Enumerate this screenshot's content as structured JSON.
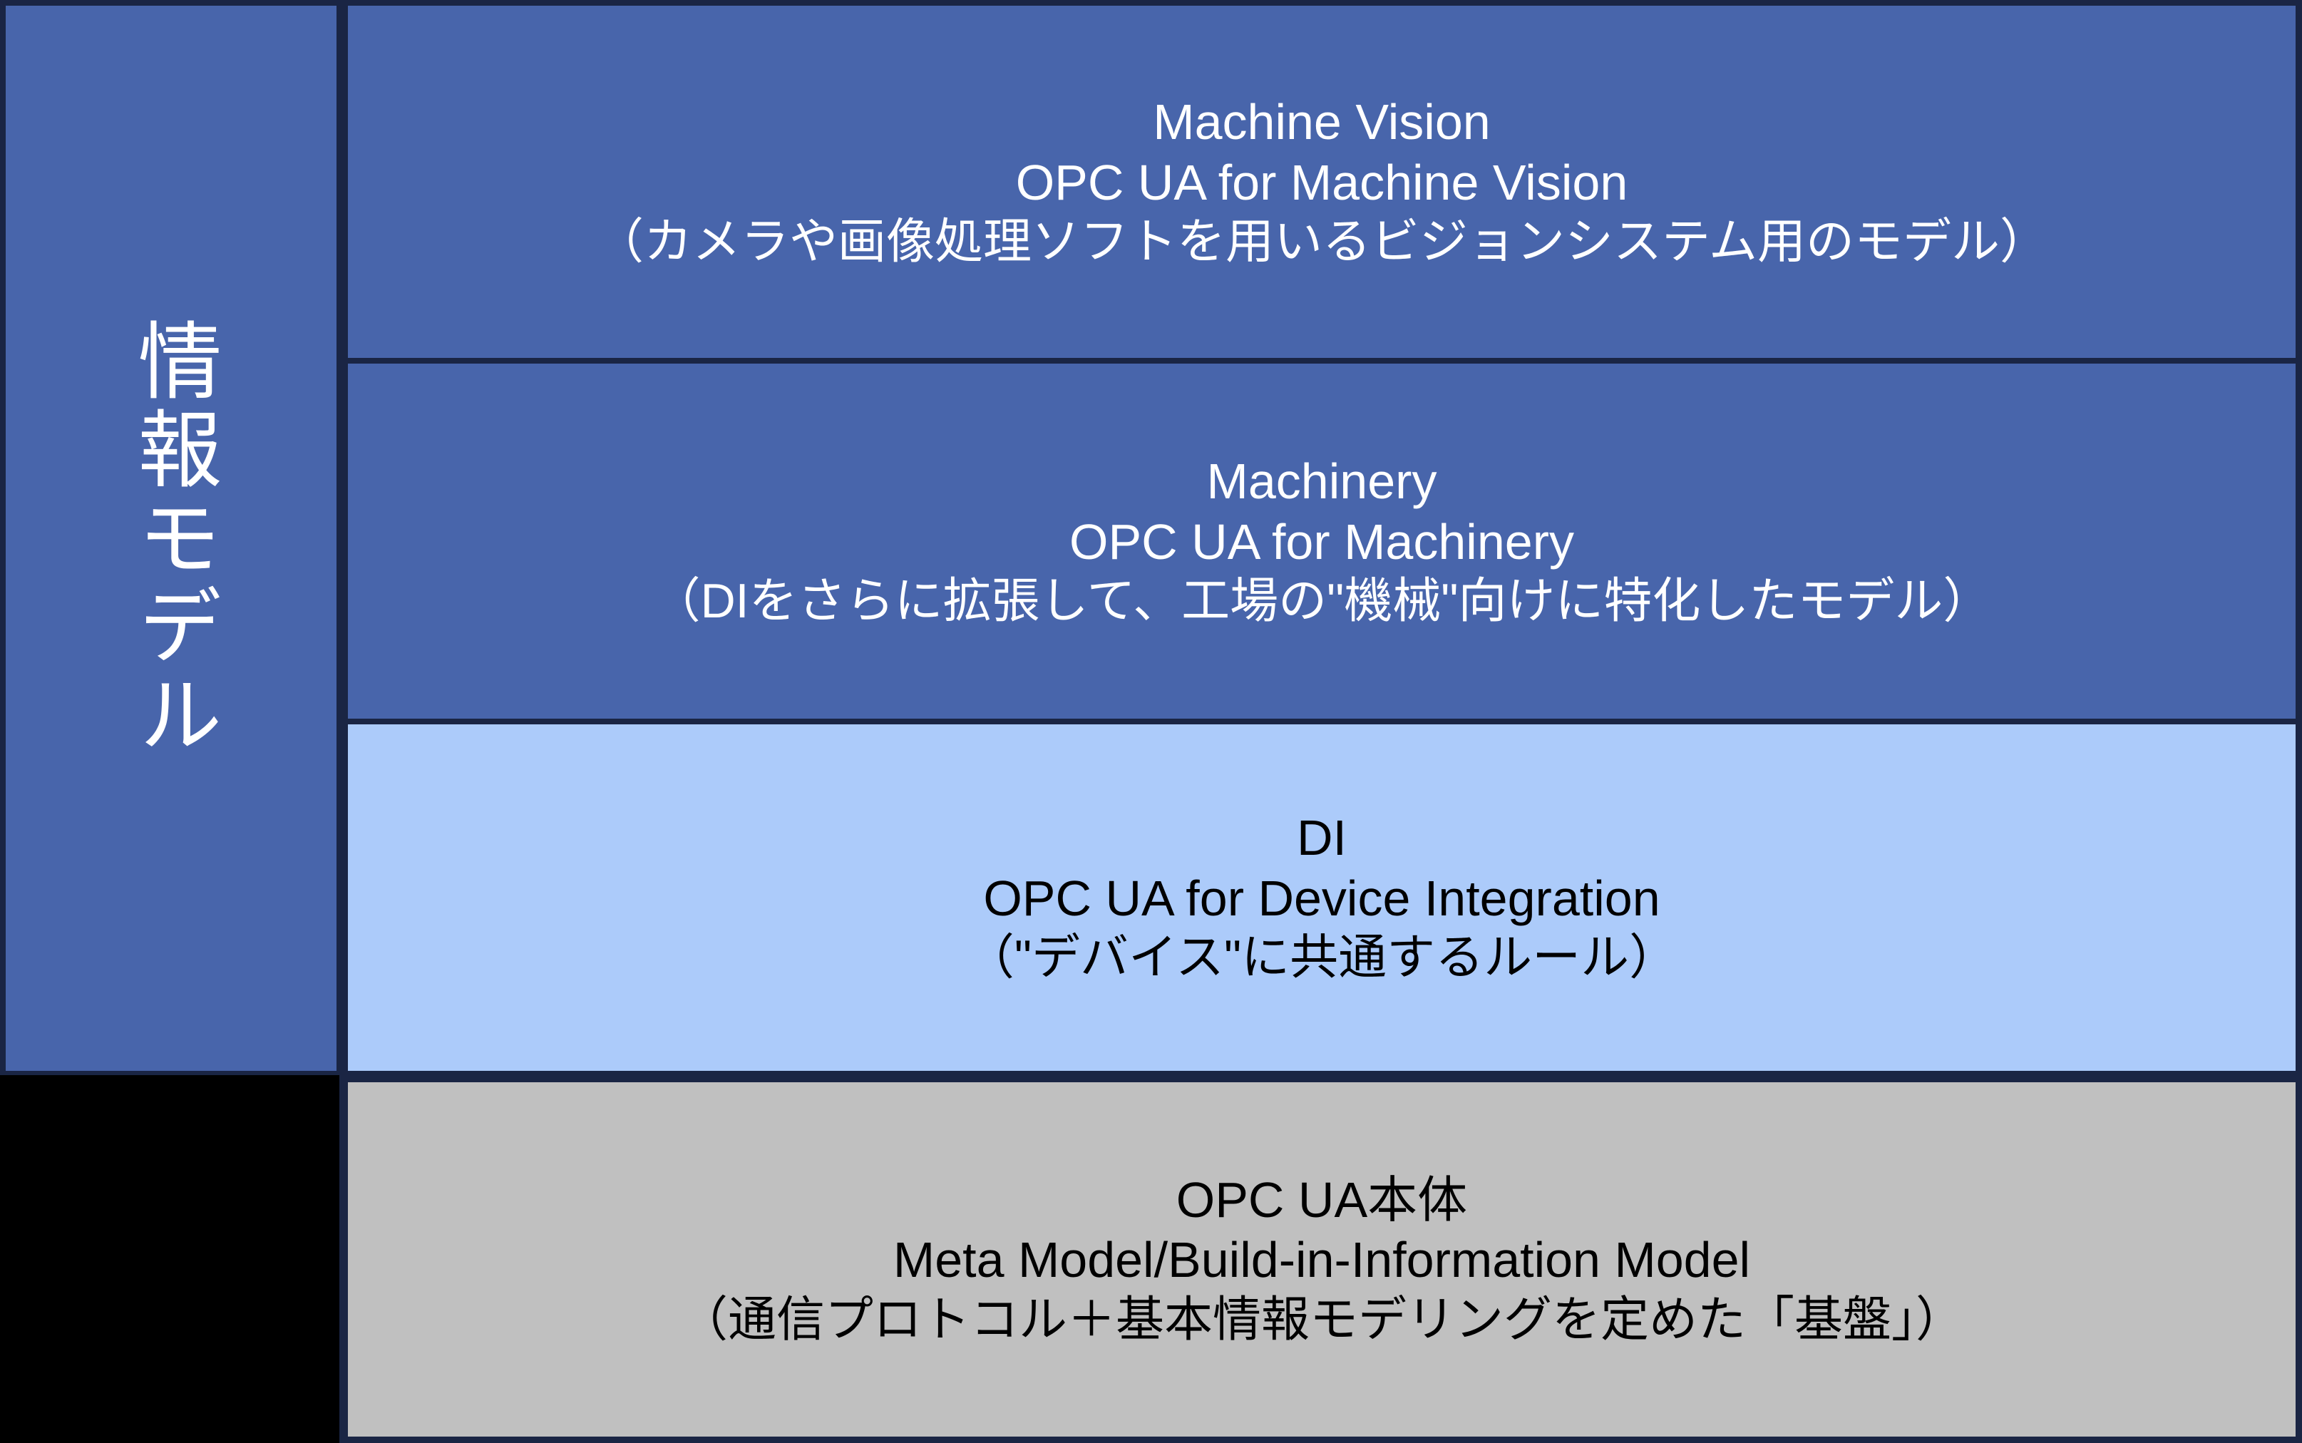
{
  "diagram": {
    "title": "OPC UA Information Model Layer Stack",
    "colors": {
      "border": "#1a2544",
      "blue": "#4865ab",
      "light_blue": "#accbfa",
      "gray": "#c0c0c0",
      "black": "#000000",
      "white_text": "#ffffff",
      "black_text": "#000000"
    },
    "left_column": {
      "label": "情報モデル"
    },
    "layers": [
      {
        "id": "machine-vision",
        "name": "Machine Vision",
        "spec": "OPC UA for Machine Vision",
        "note": "（カメラや画像処理ソフトを用いるビジョンシステム用のモデル）",
        "fill": "#4865ab",
        "text_color": "#ffffff"
      },
      {
        "id": "machinery",
        "name": "Machinery",
        "spec": "OPC UA for Machinery",
        "note": "（DIをさらに拡張して、工場の\"機械\"向けに特化したモデル）",
        "fill": "#4865ab",
        "text_color": "#ffffff"
      },
      {
        "id": "di",
        "name": "DI",
        "spec": "OPC UA for Device Integration",
        "note": "（\"デバイス\"に共通するルール）",
        "fill": "#accbfa",
        "text_color": "#000000"
      },
      {
        "id": "opc-ua-core",
        "name": "OPC UA本体",
        "spec": "Meta Model/Build-in-Information Model",
        "note": "（通信プロトコル＋基本情報モデリングを定めた「基盤」）",
        "fill": "#c0c0c0",
        "text_color": "#000000"
      }
    ]
  }
}
